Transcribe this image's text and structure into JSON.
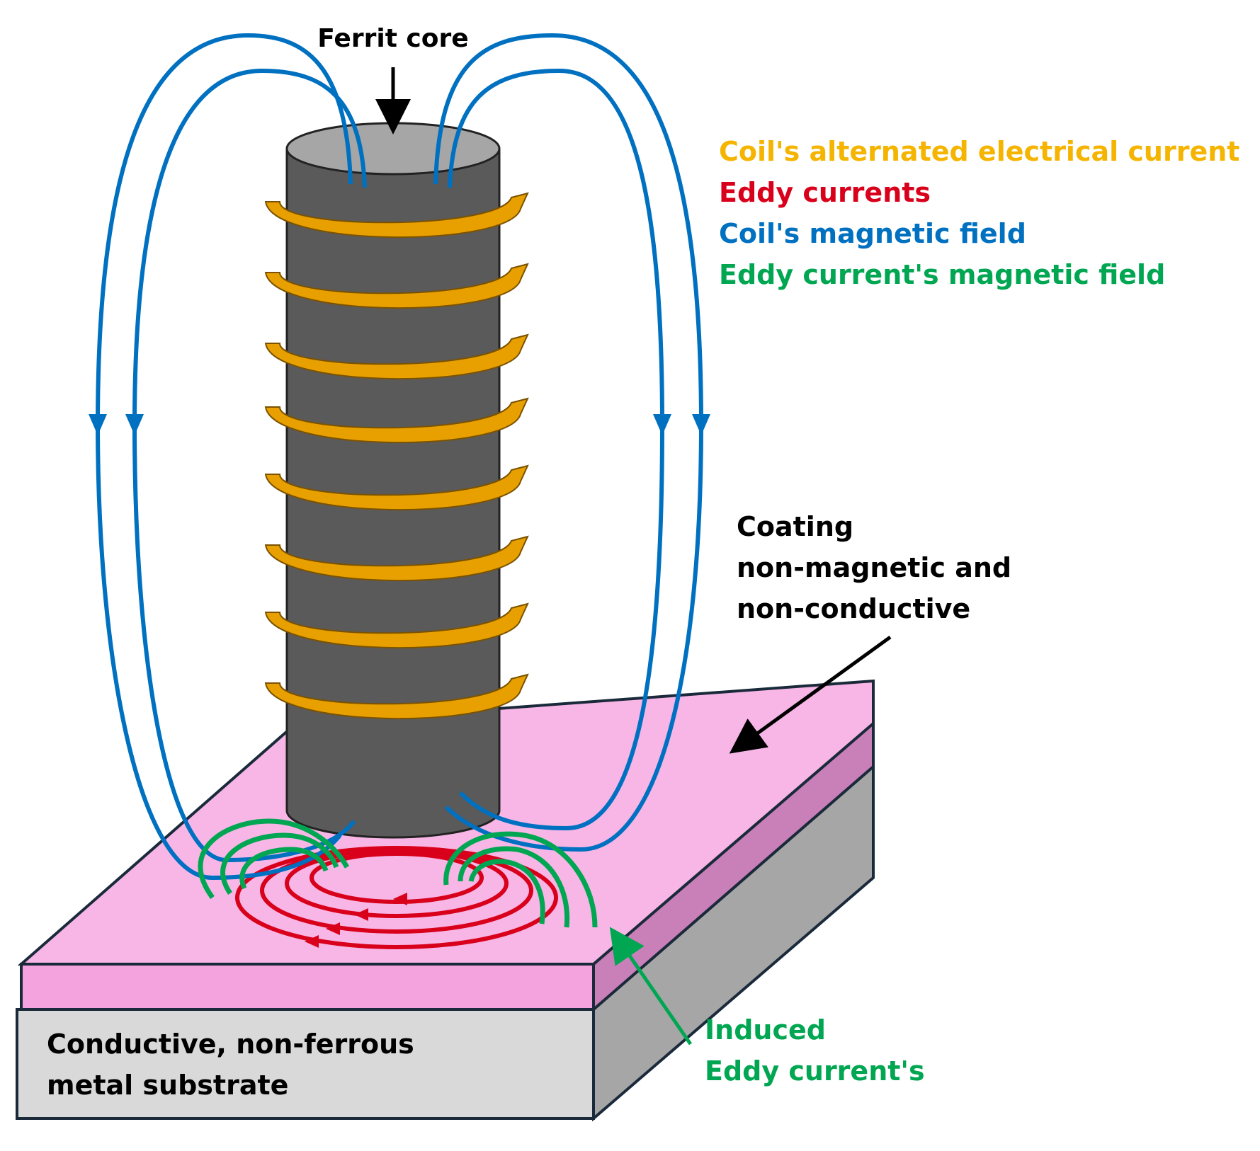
{
  "labels": {
    "ferrite_core": "Ferrit core",
    "coating_line1": "Coating",
    "coating_line2": "non-magnetic and",
    "coating_line3": "non-conductive",
    "substrate_line1": "Conductive, non-ferrous",
    "substrate_line2": "metal substrate",
    "induced_line1": "Induced",
    "induced_line2": "Eddy current's"
  },
  "legend": [
    {
      "text": "Coil's alternated electrical current",
      "color": "#F5B400"
    },
    {
      "text": "Eddy currents",
      "color": "#D9001B"
    },
    {
      "text": "Coil's magnetic field",
      "color": "#0070C0"
    },
    {
      "text": "Eddy current's magnetic field",
      "color": "#00A651"
    }
  ],
  "colors": {
    "core": "#5A5A5A",
    "core_top": "#A6A6A6",
    "coil": "#E8A000",
    "magnetic_field": "#0070C0",
    "eddy_current": "#D9001B",
    "eddy_field": "#00A651",
    "coating_top": "#F7B6E6",
    "coating_side": "#C97FB8",
    "substrate_front": "#D9D9D9",
    "substrate_side": "#A6A6A6"
  }
}
